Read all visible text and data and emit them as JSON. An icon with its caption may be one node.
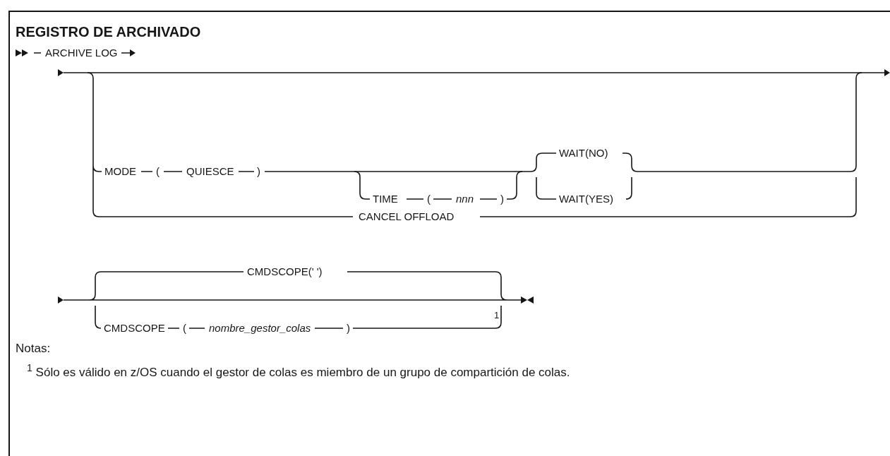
{
  "diagram": {
    "title": "REGISTRO DE ARCHIVADO",
    "labels": [
      "ARCHIVE LOG",
      "WAIT(NO)",
      "MODE",
      "(",
      "QUIESCE",
      ")",
      "TIME",
      "(",
      "nnn",
      ")",
      "WAIT(YES)",
      "CANCEL OFFLOAD",
      "CMDSCOPE(' ')",
      "CMDSCOPE",
      "(",
      "nombre_gestor_colas",
      ")",
      "1",
      "Notas:",
      "$^{1}$ Sólo es válido en z/OS cuando el gestor de colas es miembro de un grupo de compartición de colas."
    ]
  }
}
